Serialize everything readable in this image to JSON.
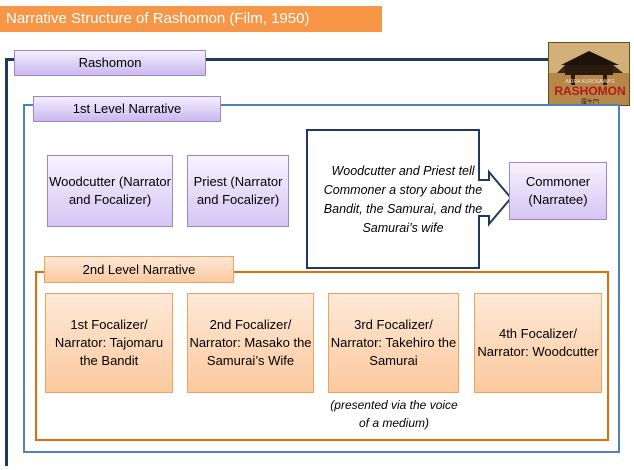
{
  "title": "Narrative Structure of Rashomon (Film, 1950)",
  "outer_tab": "Rashomon",
  "poster": {
    "small_text": "AKIRA KUROSAWA'S",
    "title_text": "RASHOMON",
    "kanji": "羅生門"
  },
  "level1": {
    "tab": "1st Level Narrative",
    "woodcutter": "Woodcutter (Narrator and Focalizer)",
    "priest": "Priest (Narrator and Focalizer)",
    "callout": "Woodcutter and Priest tell Commoner  a story about the Bandit, the Samurai, and the Samurai’s wife",
    "commoner": "Commoner (Narratee)"
  },
  "level2": {
    "tab": "2nd Level Narrative",
    "focalizers": [
      "1st Focalizer/ Narrator: Tajomaru the Bandit",
      "2nd Focalizer/ Narrator: Masako the Samurai’s Wife",
      "3rd Focalizer/ Narrator: Takehiro the Samurai",
      "4th Focalizer/ Narrator: Woodcutter"
    ],
    "note": "(presented via the voice of a medium)"
  },
  "colors": {
    "title_bar": "#f79646",
    "outer_frame": "#1f3864",
    "level1_frame": "#4f81bd",
    "level2_frame": "#e46c0a",
    "purple_box": "#d4c6f4",
    "orange_box": "#fbc99d",
    "callout_border": "#1f3864"
  }
}
